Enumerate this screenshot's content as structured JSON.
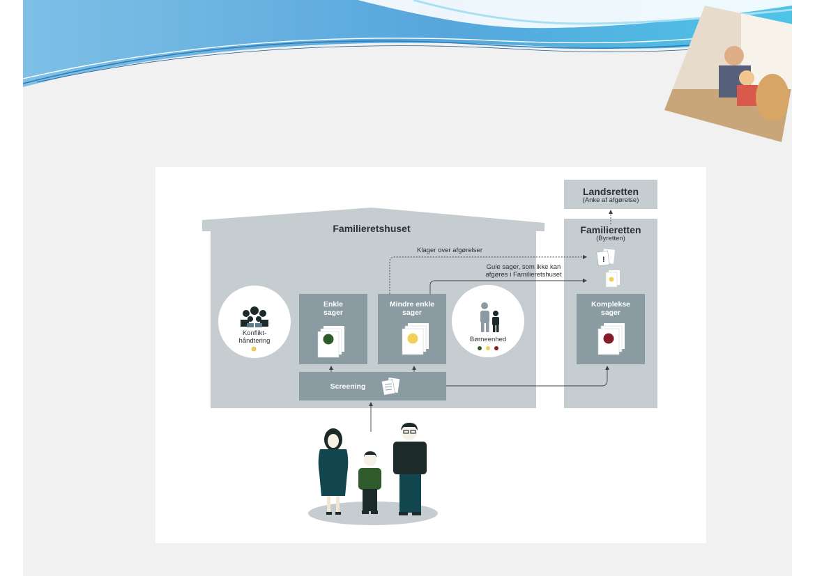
{
  "diagram": {
    "house_title": "Familieretshuset",
    "court": {
      "title": "Familieretten",
      "subtitle": "(Byretten)"
    },
    "high_court": {
      "title": "Landsretten",
      "subtitle": "(Anke af afgørelse)"
    },
    "boxes": {
      "enkle": [
        "Enkle",
        "sager"
      ],
      "mindre": [
        "Mindre enkle",
        "sager"
      ],
      "komplekse": [
        "Komplekse",
        "sager"
      ],
      "screening": "Screening"
    },
    "circles": {
      "konflikt": [
        "Konflikt-",
        "håndtering"
      ],
      "boernenhed": "Børneenhed"
    },
    "notes": {
      "klager": "Klager over afgørelser",
      "gule": [
        "Gule sager, som ikke kan",
        "afgøres i Familieretshuset"
      ]
    },
    "flag_symbol": "!"
  },
  "colors": {
    "panel": "#c5cdd0",
    "box": "#8a9ba1",
    "green": "#2f5b2a",
    "yellow": "#f3cf57",
    "red": "#861a26",
    "teal": "#12464f",
    "dark": "#1c2a2a"
  },
  "icons": [
    "people-group-icon",
    "parent-child-icon",
    "document-stack-icon",
    "documents-icon",
    "family-figures-icon",
    "photo-family-icon"
  ]
}
